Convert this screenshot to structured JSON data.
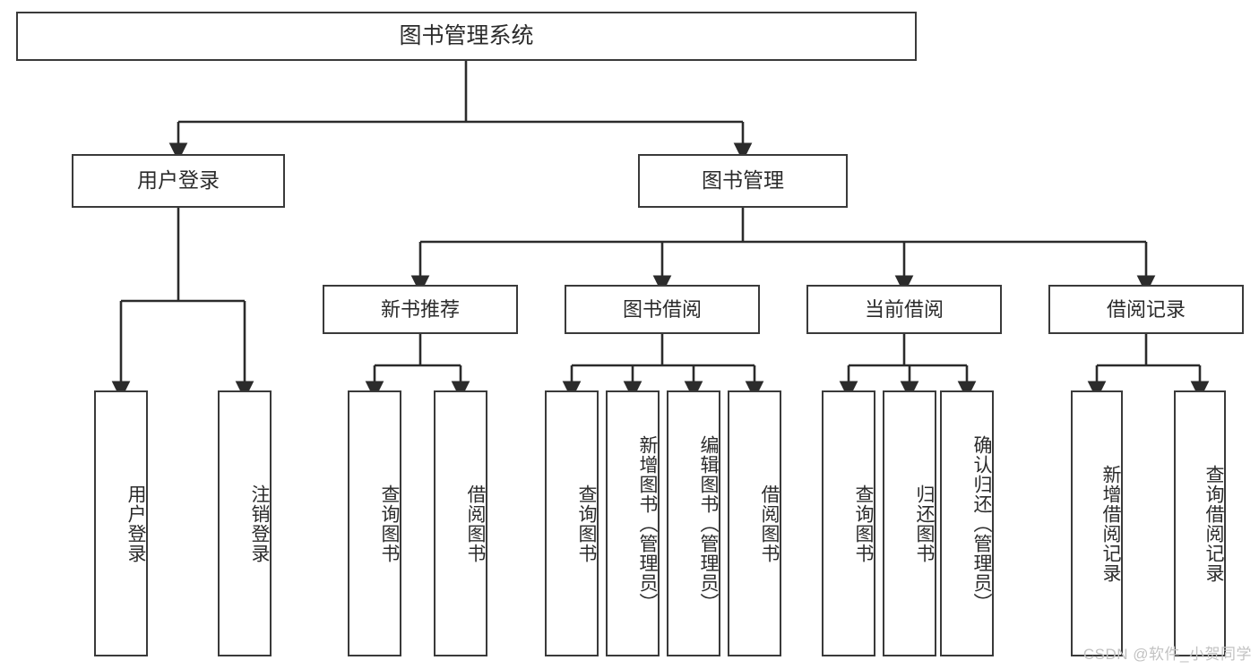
{
  "diagram": {
    "title": "图书管理系统",
    "type": "hierarchy-tree",
    "watermark": "CSDN @软件_小贺同学",
    "colors": {
      "box_border": "#3a3a3a",
      "box_fill": "#ffffff",
      "text": "#2b2b2b",
      "connector": "#2b2b2b",
      "watermark": "#c2c2c2"
    },
    "nodes": {
      "root": {
        "label": "图书管理系统"
      },
      "level1": [
        {
          "label": "用户登录"
        },
        {
          "label": "图书管理"
        }
      ],
      "level2": [
        {
          "label": "新书推荐"
        },
        {
          "label": "图书借阅"
        },
        {
          "label": "当前借阅"
        },
        {
          "label": "借阅记录"
        }
      ],
      "leaves": {
        "user_login": [
          {
            "label": "用户登录"
          },
          {
            "label": "注销登录"
          }
        ],
        "new_book": [
          {
            "label": "查询图书"
          },
          {
            "label": "借阅图书"
          }
        ],
        "book_borrow": [
          {
            "label": "查询图书"
          },
          {
            "label": "新增图书（管理员）"
          },
          {
            "label": "编辑图书（管理员）"
          },
          {
            "label": "借阅图书"
          }
        ],
        "current_borrow": [
          {
            "label": "查询图书"
          },
          {
            "label": "归还图书"
          },
          {
            "label": "确认归还（管理员）"
          }
        ],
        "borrow_record": [
          {
            "label": "新增借阅记录"
          },
          {
            "label": "查询借阅记录"
          }
        ]
      }
    }
  }
}
